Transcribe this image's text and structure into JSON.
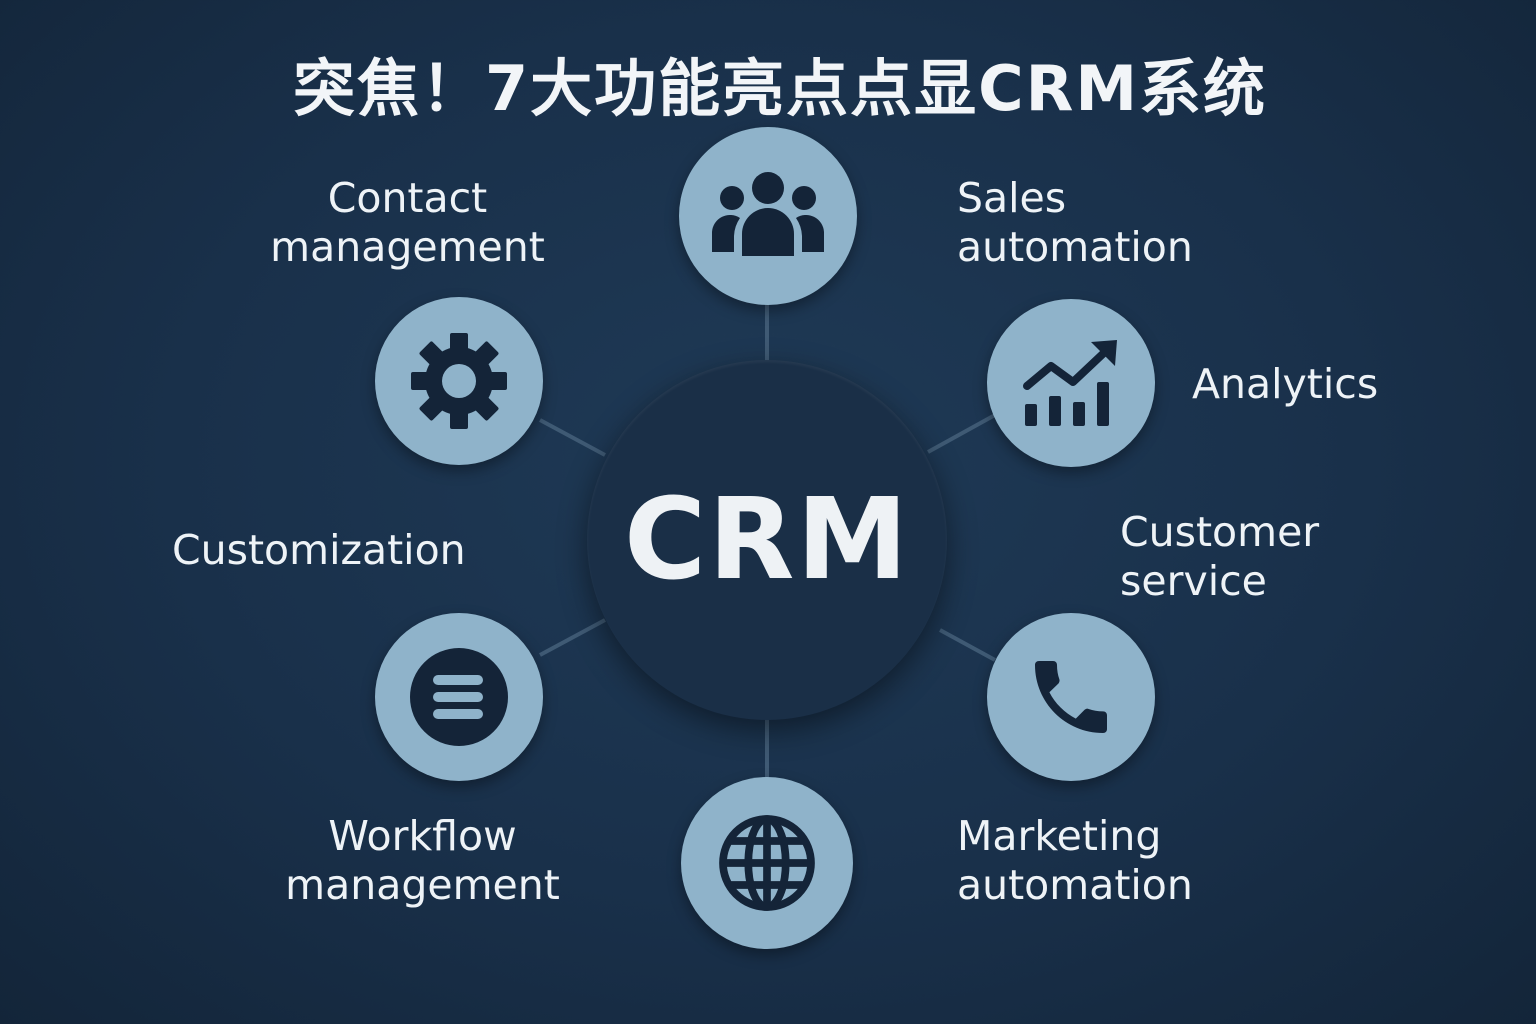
{
  "title": "突焦！7大功能亮点点显CRM系统",
  "hub": {
    "label": "CRM"
  },
  "features": [
    {
      "id": "contact",
      "line1": "Contact",
      "line2": "management",
      "icon": "gear-icon"
    },
    {
      "id": "sales",
      "line1": "Sales",
      "line2": "automation",
      "icon": "people-icon"
    },
    {
      "id": "analytics",
      "line1": "Analytics",
      "icon": "growth-chart-icon"
    },
    {
      "id": "customization",
      "line1": "Customization"
    },
    {
      "id": "service",
      "line1": "Customer",
      "line2": "service",
      "icon": "phone-icon"
    },
    {
      "id": "workflow",
      "line1": "Workflow",
      "line2": "management",
      "icon": "list-icon"
    },
    {
      "id": "marketing",
      "line1": "Marketing",
      "line2": "automation",
      "icon": "globe-icon"
    }
  ],
  "colors": {
    "background": "#1b3048",
    "node": "#8fb3ca",
    "icon": "#142438",
    "hub": "#1a2f47"
  }
}
